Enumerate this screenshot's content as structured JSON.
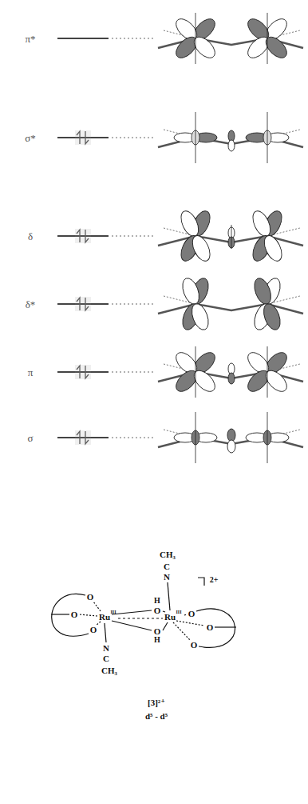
{
  "diagram": {
    "labels": [
      "π*",
      "σ*",
      "δ",
      "δ*",
      "π",
      "σ",
      "CH₃",
      "C",
      "N",
      "2+",
      "H",
      "O",
      "O",
      "O",
      "O",
      "Ru",
      "III",
      "Ru",
      "III",
      "O",
      "O",
      "O",
      "O",
      "H",
      "N",
      "C",
      "CH₃",
      "[3]²⁺",
      "d⁵ - d⁵"
    ]
  }
}
